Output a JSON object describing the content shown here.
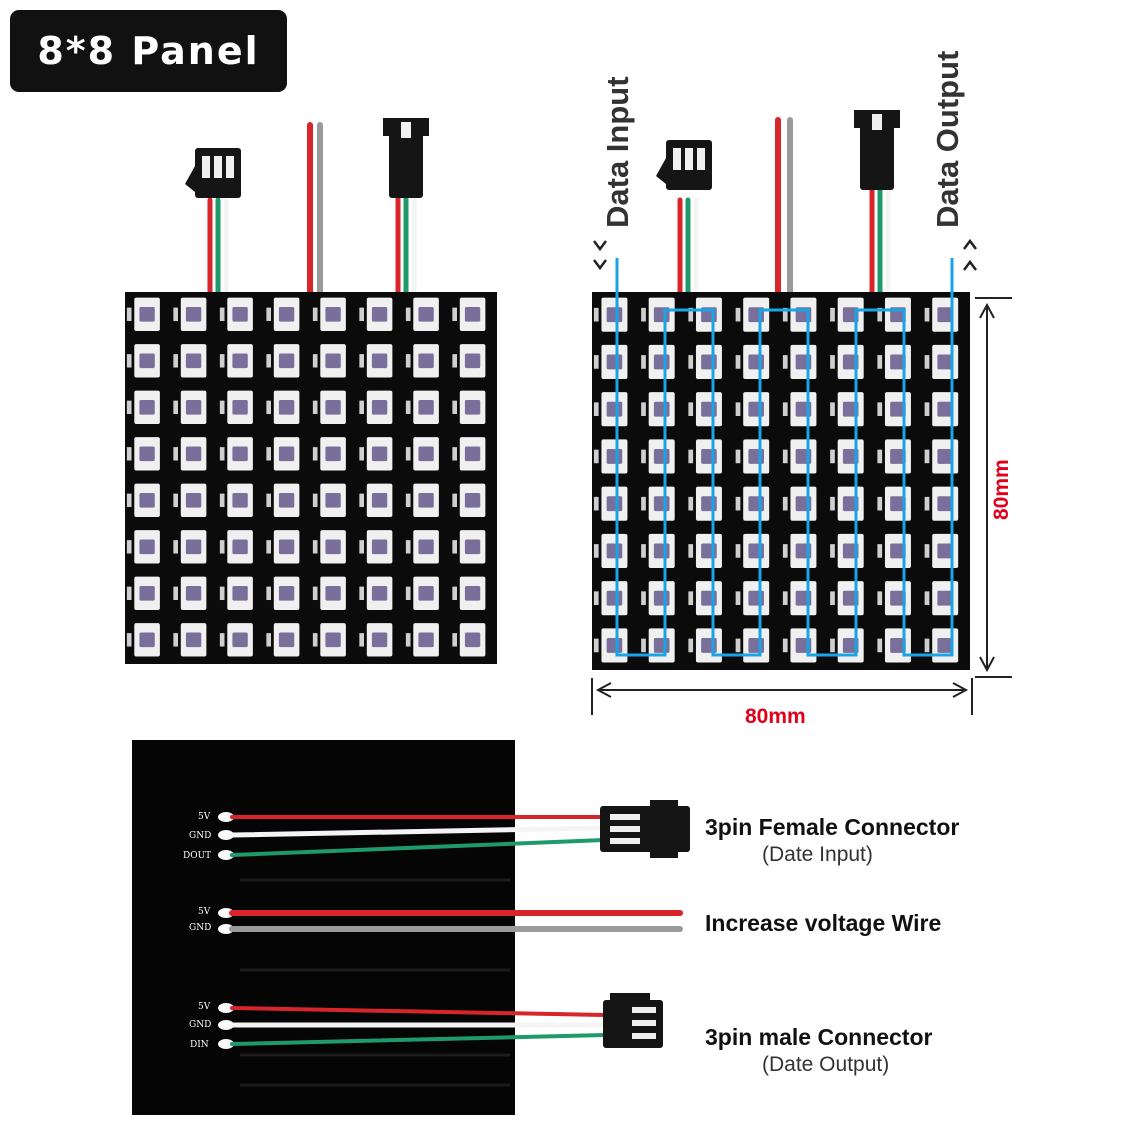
{
  "title": "8*8 Panel",
  "labels": {
    "data_input": "Data Input",
    "data_output": "Data Output",
    "arrow_down": "v\nv",
    "arrow_up": "^\n^"
  },
  "dimensions": {
    "height": "80mm",
    "width": "80mm"
  },
  "back_panel": {
    "groups": [
      {
        "pins": [
          "5V",
          "GND",
          "DOUT"
        ],
        "label": "3pin Female Connector",
        "sublabel": "(Date Input)"
      },
      {
        "pins": [
          "5V",
          "GND"
        ],
        "label": "Increase voltage Wire",
        "sublabel": ""
      },
      {
        "pins": [
          "5V",
          "GND",
          "DIN"
        ],
        "label": "3pin male Connector",
        "sublabel": "(Date Output)"
      }
    ]
  },
  "colors": {
    "pcb": "#0b0b0b",
    "led": "#f0f0f0",
    "led_chip": "#7a6f9a",
    "path": "#19a4e6",
    "dimension": "#e0001a",
    "wire_red": "#d8252a",
    "wire_green": "#1f9a6a",
    "wire_white": "#f4f4f4",
    "wire_gray": "#9a9a9a"
  }
}
